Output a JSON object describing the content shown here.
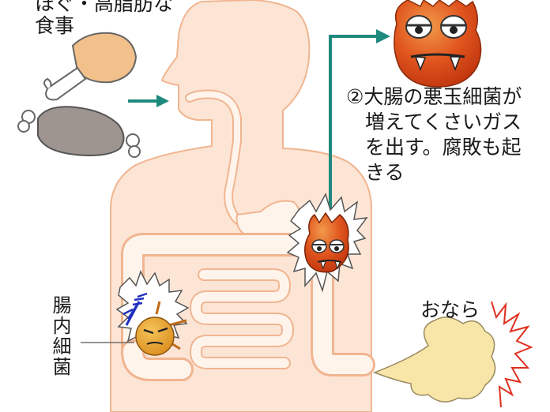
{
  "labels": {
    "food_line1": "ほぐ・高脂肪な",
    "food_line2": "食事",
    "step2_line1": "②大腸の悪玉細菌が",
    "step2_line2": "増えてくさいガス",
    "step2_line3": "を出す。腐敗も起",
    "step2_line4": "きる",
    "fart": "おなら",
    "gut_bacteria": "腸内細菌"
  },
  "colors": {
    "body_fill": "#fde5d6",
    "body_outline": "#f0b590",
    "arrow": "#1e8a7e",
    "bacteria": "#d9481e",
    "gas_cloud": "#f8e6a8",
    "burst_red": "#e0301f"
  },
  "icons": [
    "meat-leg-icon",
    "meat-bone-icon",
    "bad-bacteria-face-icon",
    "good-bacteria-face-icon",
    "gas-cloud-icon"
  ]
}
